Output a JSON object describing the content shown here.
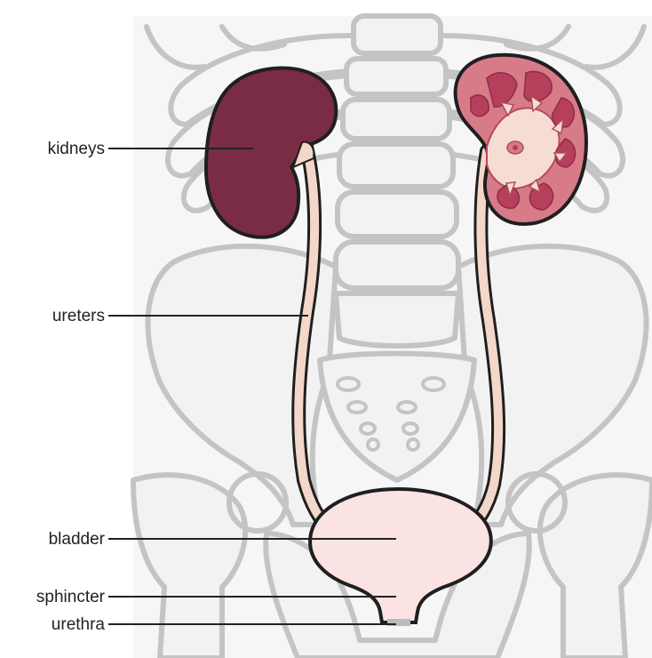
{
  "labels": {
    "kidneys": "kidneys",
    "ureters": "ureters",
    "bladder": "bladder",
    "sphincter": "sphincter",
    "urethra": "urethra"
  },
  "colors": {
    "kidney_outer": "#7a2c45",
    "kidney_section": "#d87b88",
    "kidney_inner": "#b63f5c",
    "ureter_fill": "#f3d7c9",
    "bladder_fill": "#fbe3e3",
    "bone_stroke": "#c4c4c4",
    "outline": "#1f1f1f"
  }
}
